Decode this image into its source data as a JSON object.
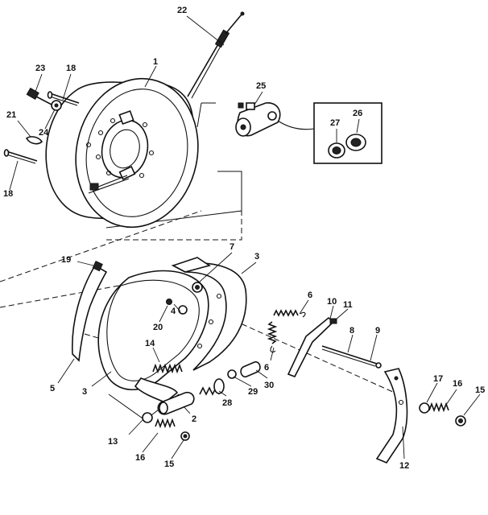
{
  "labels": {
    "l1": "1",
    "l2": "2",
    "l3a": "3",
    "l3b": "3",
    "l4": "4",
    "l5": "5",
    "l6a": "6",
    "l6b": "6",
    "l7": "7",
    "l8": "8",
    "l9": "9",
    "l10": "10",
    "l11": "11",
    "l12": "12",
    "l13": "13",
    "l14": "14",
    "l15a": "15",
    "l15b": "15",
    "l16a": "16",
    "l16b": "16",
    "l17": "17",
    "l18a": "18",
    "l18b": "18",
    "l19": "19",
    "l20": "20",
    "l21": "21",
    "l22": "22",
    "l23": "23",
    "l24": "24",
    "l25": "25",
    "l26": "26",
    "l27": "27",
    "l28": "28",
    "l29": "29",
    "l30": "30"
  }
}
